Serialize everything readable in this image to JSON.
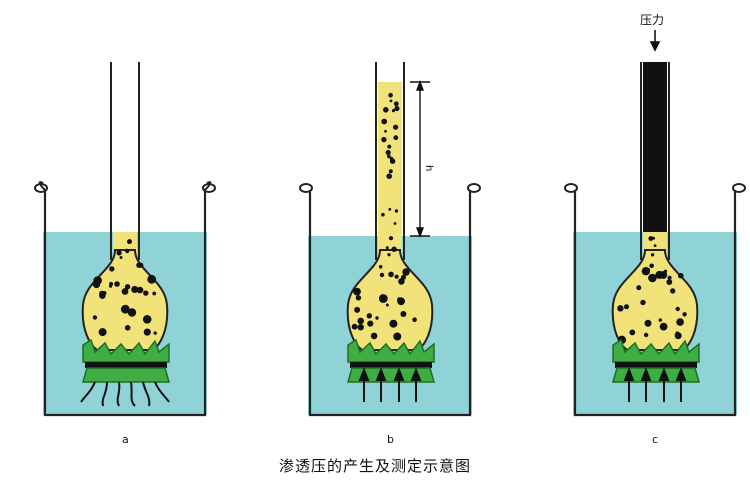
{
  "panels": {
    "a": {
      "label": "a"
    },
    "b": {
      "label": "b",
      "height_label": "h"
    },
    "c": {
      "label": "c",
      "pressure_label": "压力"
    }
  },
  "caption": "渗透压的产生及测定示意图",
  "colors": {
    "water": "#8fd3d6",
    "solution": "#f2e27a",
    "membrane": "#3fae42",
    "membrane_dark": "#1f6e25",
    "piston": "#111111",
    "outline": "#222222",
    "particles": "#111111"
  }
}
